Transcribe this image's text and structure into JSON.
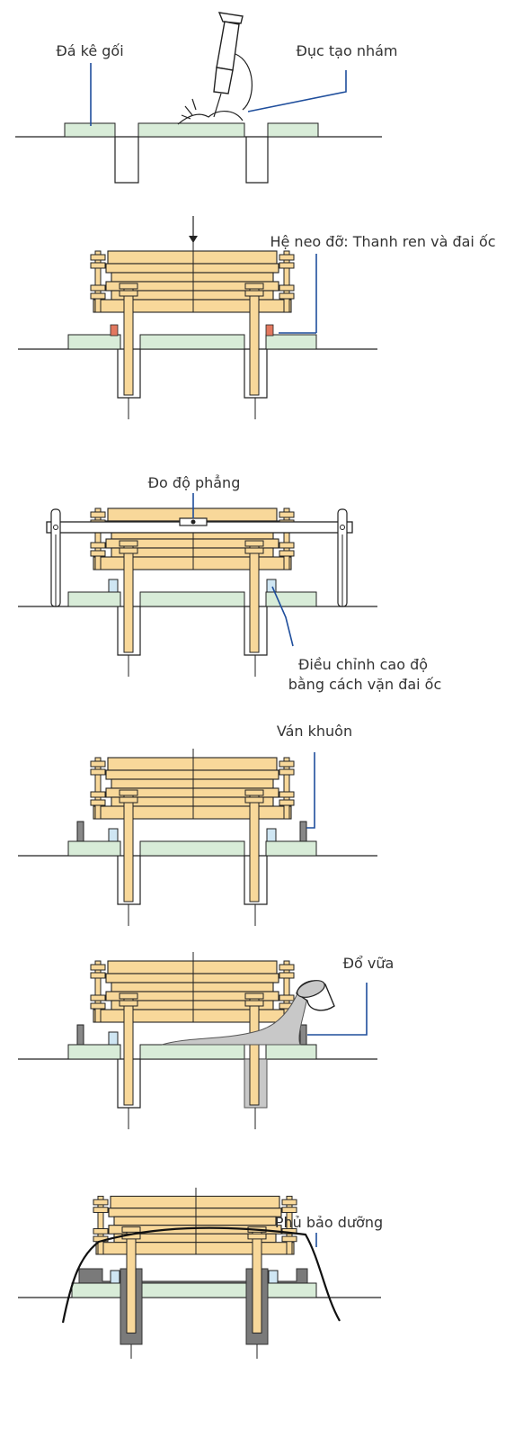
{
  "steps": [
    {
      "id": "step1",
      "labels": {
        "bearing_pad": "Đá kê gối",
        "roughening": "Đục tạo nhám"
      }
    },
    {
      "id": "step2",
      "labels": {
        "anchor": "Hệ neo đỡ: Thanh ren và đai ốc"
      }
    },
    {
      "id": "step3",
      "labels": {
        "level": "Đo độ phẳng",
        "adjust_line1": "Điều chỉnh cao độ",
        "adjust_line2": "bằng cách vặn đai ốc"
      }
    },
    {
      "id": "step4",
      "labels": {
        "formwork": "Ván khuôn"
      }
    },
    {
      "id": "step5",
      "labels": {
        "grout": "Đổ vữa"
      }
    },
    {
      "id": "step6",
      "labels": {
        "cover": "Phủ bảo dưỡng"
      }
    }
  ],
  "colors": {
    "plate": "#f8d89a",
    "pad": "#d8ecd8",
    "leader": "#1f4e9c",
    "grout": "#c8c8c8",
    "cured_grout": "#7a7a7a",
    "shim": "#cfe6f3"
  }
}
